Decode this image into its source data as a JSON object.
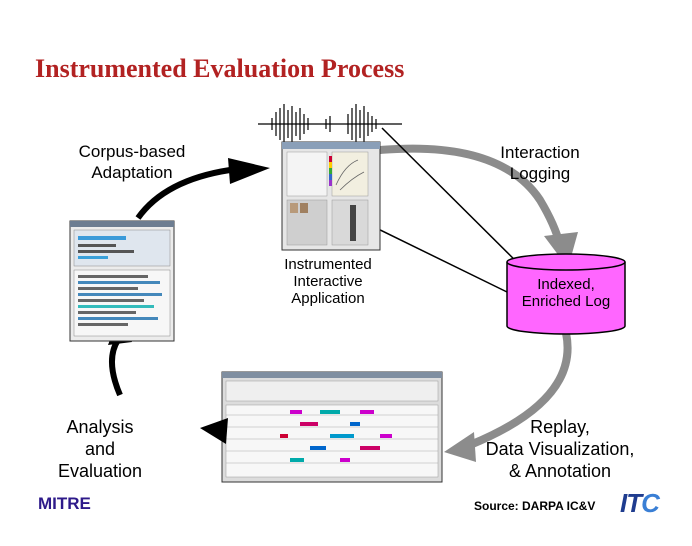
{
  "title": "Instrumented Evaluation Process",
  "labels": {
    "corpus": [
      "Corpus-based",
      "Adaptation"
    ],
    "logging": [
      "Interaction",
      "Logging"
    ],
    "app": [
      "Instrumented",
      "Interactive",
      "Application"
    ],
    "log": [
      "Indexed,",
      "Enriched Log"
    ],
    "analysis": [
      "Analysis",
      "and",
      "Evaluation"
    ],
    "replay": [
      "Replay,",
      "Data Visualization,",
      "& Annotation"
    ]
  },
  "footer": {
    "mitre": "MITRE",
    "source": "Source:  DARPA IC&V",
    "itc_prefix": "IT",
    "itc_suffix": "C"
  },
  "colors": {
    "title": "#b22222",
    "cylinder": "#ff66ff",
    "arrow_dark": "#000000",
    "arrow_gray": "#8c8c8c",
    "mitre": "#2e1a8a",
    "itc": "#1f3c8f"
  }
}
